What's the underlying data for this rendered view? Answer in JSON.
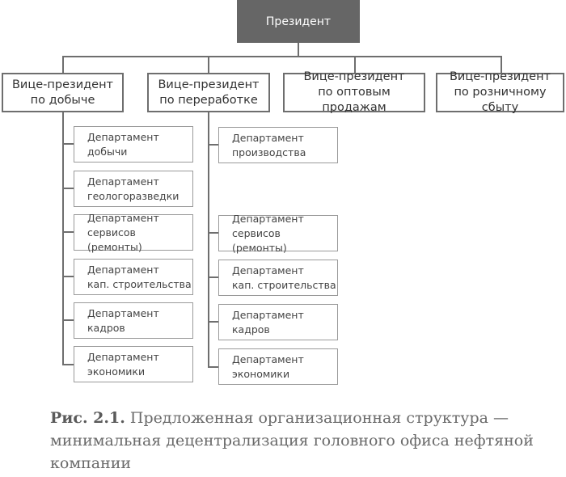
{
  "president": {
    "label": "Президент"
  },
  "vice_presidents": [
    {
      "line1": "Вице-президент",
      "line2": "по добыче"
    },
    {
      "line1": "Вице-президент",
      "line2": "по переработке"
    },
    {
      "line1": "Вице-президент",
      "line2": "по оптовым продажам"
    },
    {
      "line1": "Вице-президент",
      "line2": "по розничному сбыту"
    }
  ],
  "departments_mining": [
    {
      "line1": "Департамент",
      "line2": "добычи"
    },
    {
      "line1": "Департамент",
      "line2": "геологоразведки"
    },
    {
      "line1": "Департамент",
      "line2": "сервисов (ремонты)"
    },
    {
      "line1": "Департамент",
      "line2": "кап. строительства"
    },
    {
      "line1": "Департамент",
      "line2": "кадров"
    },
    {
      "line1": "Департамент",
      "line2": "экономики"
    }
  ],
  "departments_refining": [
    {
      "line1": "Департамент",
      "line2": "производства"
    },
    {
      "line1": "Департамент",
      "line2": "сервисов (ремонты)"
    },
    {
      "line1": "Департамент",
      "line2": "кап. строительства"
    },
    {
      "line1": "Департамент",
      "line2": "кадров"
    },
    {
      "line1": "Департамент",
      "line2": "экономики"
    }
  ],
  "caption": {
    "label": "Рис. 2.1.",
    "text": " Предложенная организационная структура — минимальная децентрализация головного офиса нефтяной компании"
  },
  "colors": {
    "president_fill": "#666666",
    "line": "#6e6e6e",
    "dept_border": "#9a9a9a"
  }
}
